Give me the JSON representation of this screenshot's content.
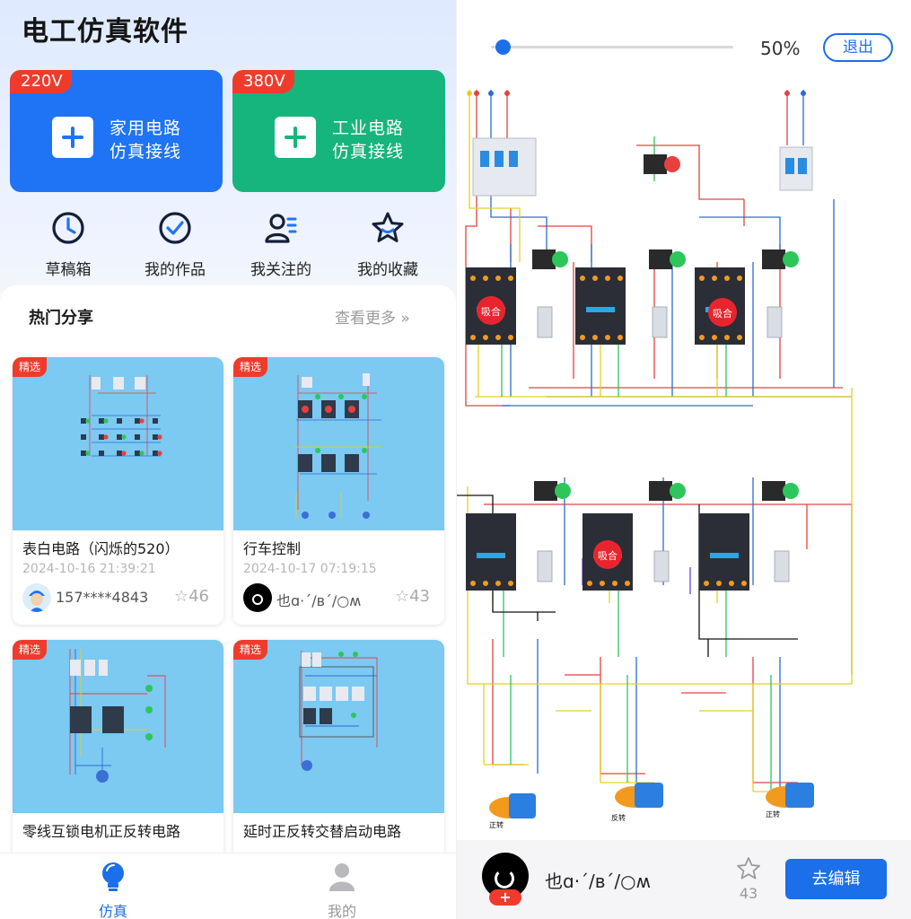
{
  "app": {
    "title": "电工仿真软件"
  },
  "cards": [
    {
      "voltage": "220V",
      "line1": "家用电路",
      "line2": "仿真接线",
      "color": "#1f74f5"
    },
    {
      "voltage": "380V",
      "line1": "工业电路",
      "line2": "仿真接线",
      "color": "#16b57d"
    }
  ],
  "shortcuts": [
    {
      "label": "草稿箱",
      "icon": "clock-icon"
    },
    {
      "label": "我的作品",
      "icon": "check-circle-icon"
    },
    {
      "label": "我关注的",
      "icon": "user-list-icon"
    },
    {
      "label": "我的收藏",
      "icon": "star-icon"
    }
  ],
  "hot": {
    "title": "热门分享",
    "more": "查看更多 »"
  },
  "shares": [
    {
      "tag": "精选",
      "name": "表白电路（闪烁的520）",
      "date": "2024-10-16 21:39:21",
      "author": "157****4843",
      "stars": "46"
    },
    {
      "tag": "精选",
      "name": "行车控制",
      "date": "2024-10-17 07:19:15",
      "author": "也ɑ·ˊ/ʙˊ/○ʍ",
      "stars": "43"
    },
    {
      "tag": "精选",
      "name": "零线互锁电机正反转电路"
    },
    {
      "tag": "精选",
      "name": "延时正反转交替启动电路"
    }
  ],
  "tabs": [
    {
      "label": "仿真",
      "active": true
    },
    {
      "label": "我的",
      "active": false
    }
  ],
  "editor": {
    "zoom": "50%",
    "zoom_level": 0.05,
    "exit": "退出",
    "author": "也ɑ·ˊ/ʙˊ/○ʍ",
    "stars": "43",
    "edit": "去编辑",
    "engaged_label": "吸合",
    "motor_labels": [
      "正转",
      "反转",
      "正转"
    ]
  },
  "colors": {
    "primary": "#1b6fe8",
    "green": "#16b57d",
    "badge": "#ef3b2c"
  }
}
